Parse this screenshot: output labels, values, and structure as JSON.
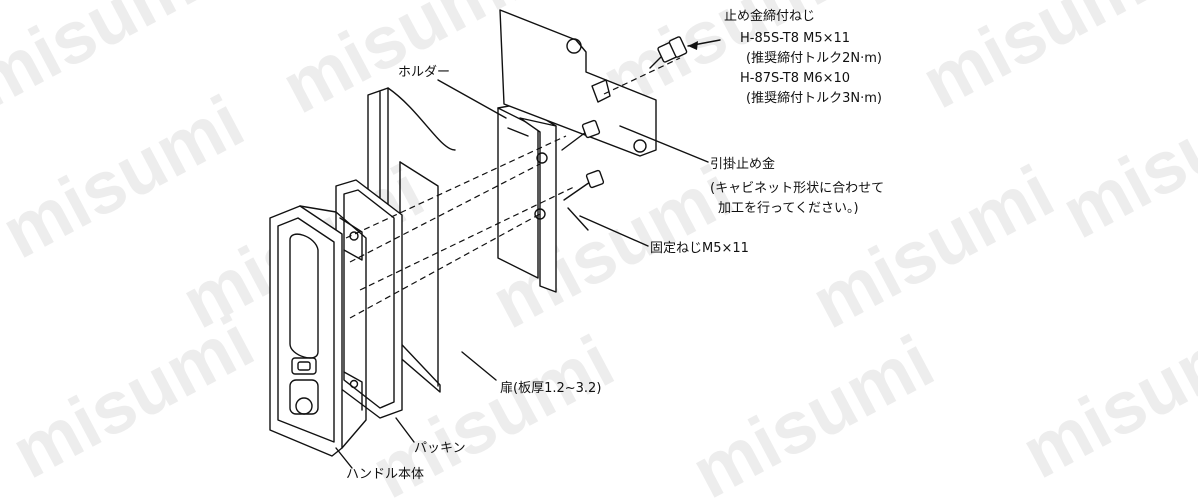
{
  "watermark": "misumi",
  "labels": {
    "screw_title": "止め金締付ねじ",
    "screw_line1": "H-85S-T8 M5×11",
    "screw_line2": "(推奨締付トルク2N·m)",
    "screw_line3": "H-87S-T8 M6×10",
    "screw_line4": "(推奨締付トルク3N·m)",
    "holder": "ホルダー",
    "latch_title": "引掛止め金",
    "latch_note1": "(キャビネット形状に合わせて",
    "latch_note2": "加工を行ってください。)",
    "fix_screw": "固定ねじM5×11",
    "door": "扉(板厚1.2~3.2)",
    "packing": "パッキン",
    "handle_body": "ハンドル本体"
  }
}
